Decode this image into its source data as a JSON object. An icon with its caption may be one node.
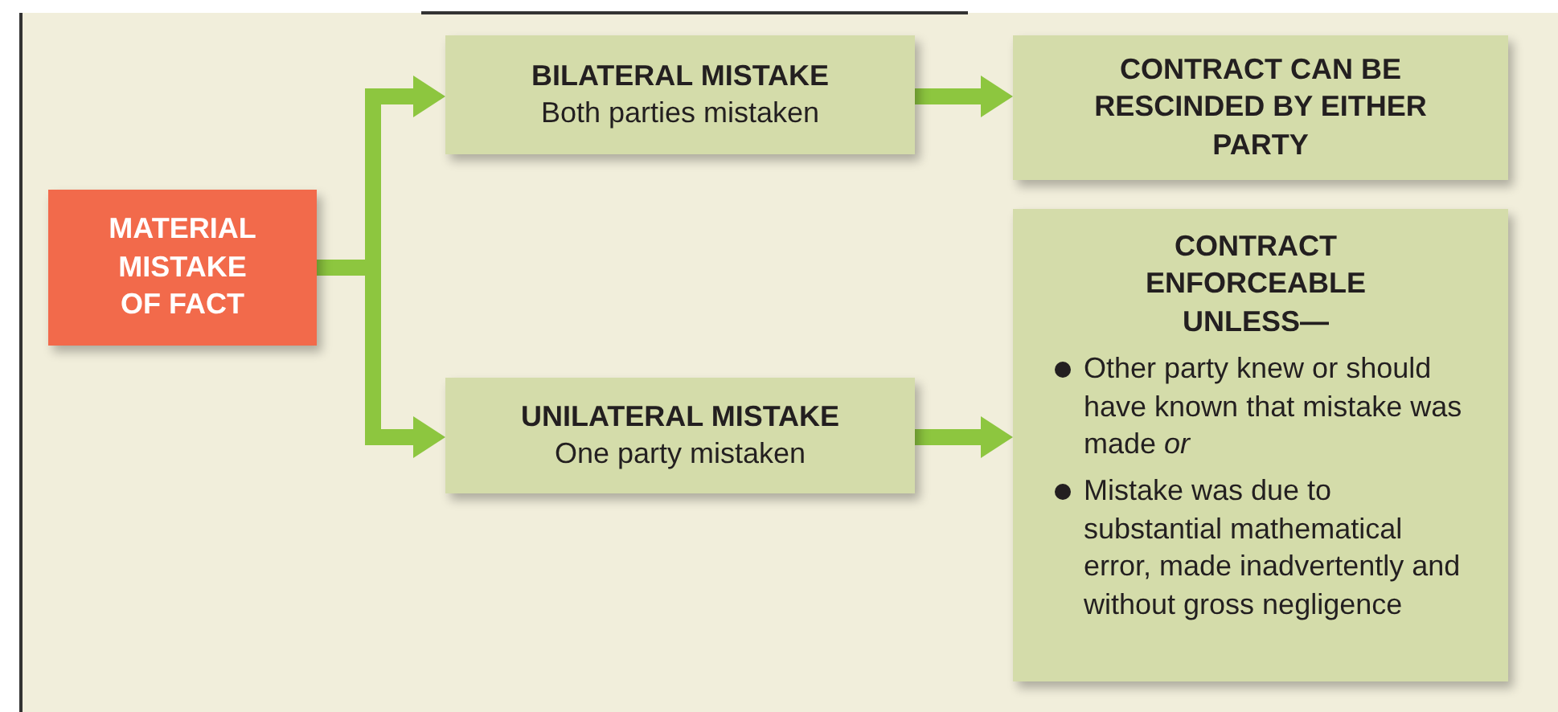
{
  "diagram": {
    "nodes": [
      {
        "text": [
          "MATERIAL MISTAKE OF FACT"
        ]
      },
      {
        "text": [
          "BILATERAL MISTAKE",
          "Both parties mistaken"
        ]
      },
      {
        "text": [
          "CONTRACT CAN BE RESCINDED BY EITHER PARTY"
        ]
      },
      {
        "text": [
          "UNILATERAL MISTAKE",
          "One party mistaken"
        ]
      },
      {
        "text": [
          "CONTRACT ENFORCEABLE UNLESS—",
          "Other party knew or should have known that mistake was made *or*",
          "Mistake was due to substantial mathematical error, made inadvertently and without gross negligence"
        ]
      }
    ],
    "edges": [
      {
        "from": 0,
        "to": 1,
        "arrow": "to"
      },
      {
        "from": 0,
        "to": 3,
        "arrow": "to"
      },
      {
        "from": 1,
        "to": 2,
        "arrow": "to"
      },
      {
        "from": 3,
        "to": 4,
        "arrow": "to"
      }
    ]
  }
}
